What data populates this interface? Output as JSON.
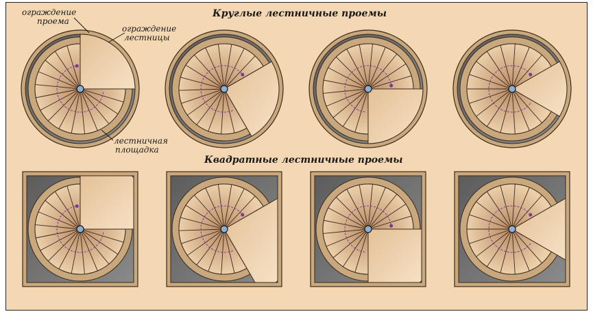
{
  "titles": {
    "round": "Круглые лестничные проемы",
    "square": "Квадратные лестничные проемы"
  },
  "labels": {
    "opening_railing": [
      "ограждение",
      "проема"
    ],
    "stair_railing": [
      "ограждение",
      "лестницы"
    ],
    "landing": [
      "лестничная",
      "площадка"
    ]
  },
  "colors": {
    "background": "#f3d8b3",
    "opening_void": "#6b6b6b",
    "slab_edge": "#c9a87e",
    "tread_light": "#e9c7a0",
    "tread_dark": "#b98a66",
    "walk_line": "#7a3a8c",
    "newel": "#8fb0d0"
  },
  "diagrams": {
    "round": [
      {
        "landing_start_deg": 0,
        "landing_end_deg": 90
      },
      {
        "landing_start_deg": 60,
        "landing_end_deg": 150
      },
      {
        "landing_start_deg": 90,
        "landing_end_deg": 180
      },
      {
        "landing_start_deg": 60,
        "landing_end_deg": 120
      }
    ],
    "square": [
      {
        "landing_start_deg": 0,
        "landing_end_deg": 90
      },
      {
        "landing_start_deg": 60,
        "landing_end_deg": 150
      },
      {
        "landing_start_deg": 90,
        "landing_end_deg": 180
      },
      {
        "landing_start_deg": 60,
        "landing_end_deg": 120
      }
    ]
  }
}
